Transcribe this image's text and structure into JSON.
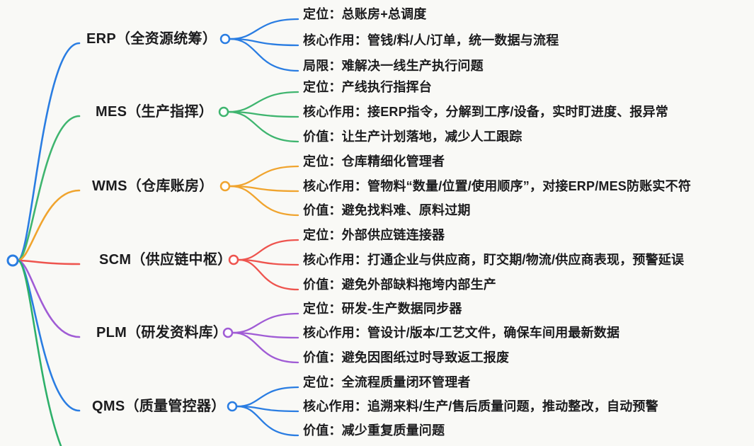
{
  "canvas": {
    "background": "#f9f9f6",
    "text_color": "#1c1c1e"
  },
  "root": {
    "color": "#2a7de2"
  },
  "overflow_branch": {
    "color": "#2eb06a"
  },
  "branches": [
    {
      "label": "ERP（全资源统筹）",
      "color": "#2a7de2",
      "children": [
        "定位：总账房+总调度",
        "核心作用：管钱/料/人/订单，统一数据与流程",
        "局限：难解决一线生产执行问题"
      ]
    },
    {
      "label": "MES（生产指挥）",
      "color": "#3fb56f",
      "children": [
        "定位：产线执行指挥台",
        "核心作用：接ERP指令，分解到工序/设备，实时盯进度、报异常",
        "价值：让生产计划落地，减少人工跟踪"
      ]
    },
    {
      "label": "WMS（仓库账房）",
      "color": "#f0a42e",
      "children": [
        "定位：仓库精细化管理者",
        "核心作用：管物料“数量/位置/使用顺序”，对接ERP/MES防账实不符",
        "价值：避免找料难、原料过期"
      ]
    },
    {
      "label": "SCM（供应链中枢）",
      "color": "#ee544e",
      "children": [
        "定位：外部供应链连接器",
        "核心作用：打通企业与供应商，盯交期/物流/供应商表现，预警延误",
        "价值：避免外部缺料拖垮内部生产"
      ]
    },
    {
      "label": "PLM（研发资料库）",
      "color": "#a05cd5",
      "children": [
        "定位：研发-生产数据同步器",
        "核心作用：管设计/版本/工艺文件，确保车间用最新数据",
        "价值：避免因图纸过时导致返工报废"
      ]
    },
    {
      "label": "QMS（质量管控器）",
      "color": "#2a7de2",
      "children": [
        "定位：全流程质量闭环管理者",
        "核心作用：追溯来料/生产/售后质量问题，推动整改，自动预警",
        "价值：减少重复质量问题"
      ]
    }
  ]
}
